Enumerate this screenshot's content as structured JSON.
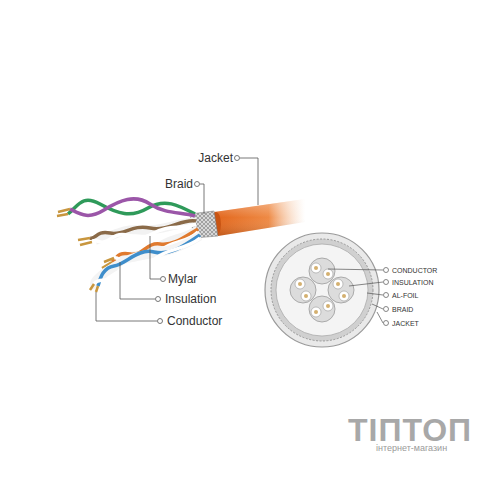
{
  "diagram": {
    "labels": [
      "Jacket",
      "Braid",
      "Mylar",
      "Insulation",
      "Conductor",
      "CONDUCTOR",
      "INSULATION",
      "AL-FOIL",
      "BRAID",
      "JACKET",
      "ТІПТОП",
      "інтернет-магазин"
    ]
  }
}
